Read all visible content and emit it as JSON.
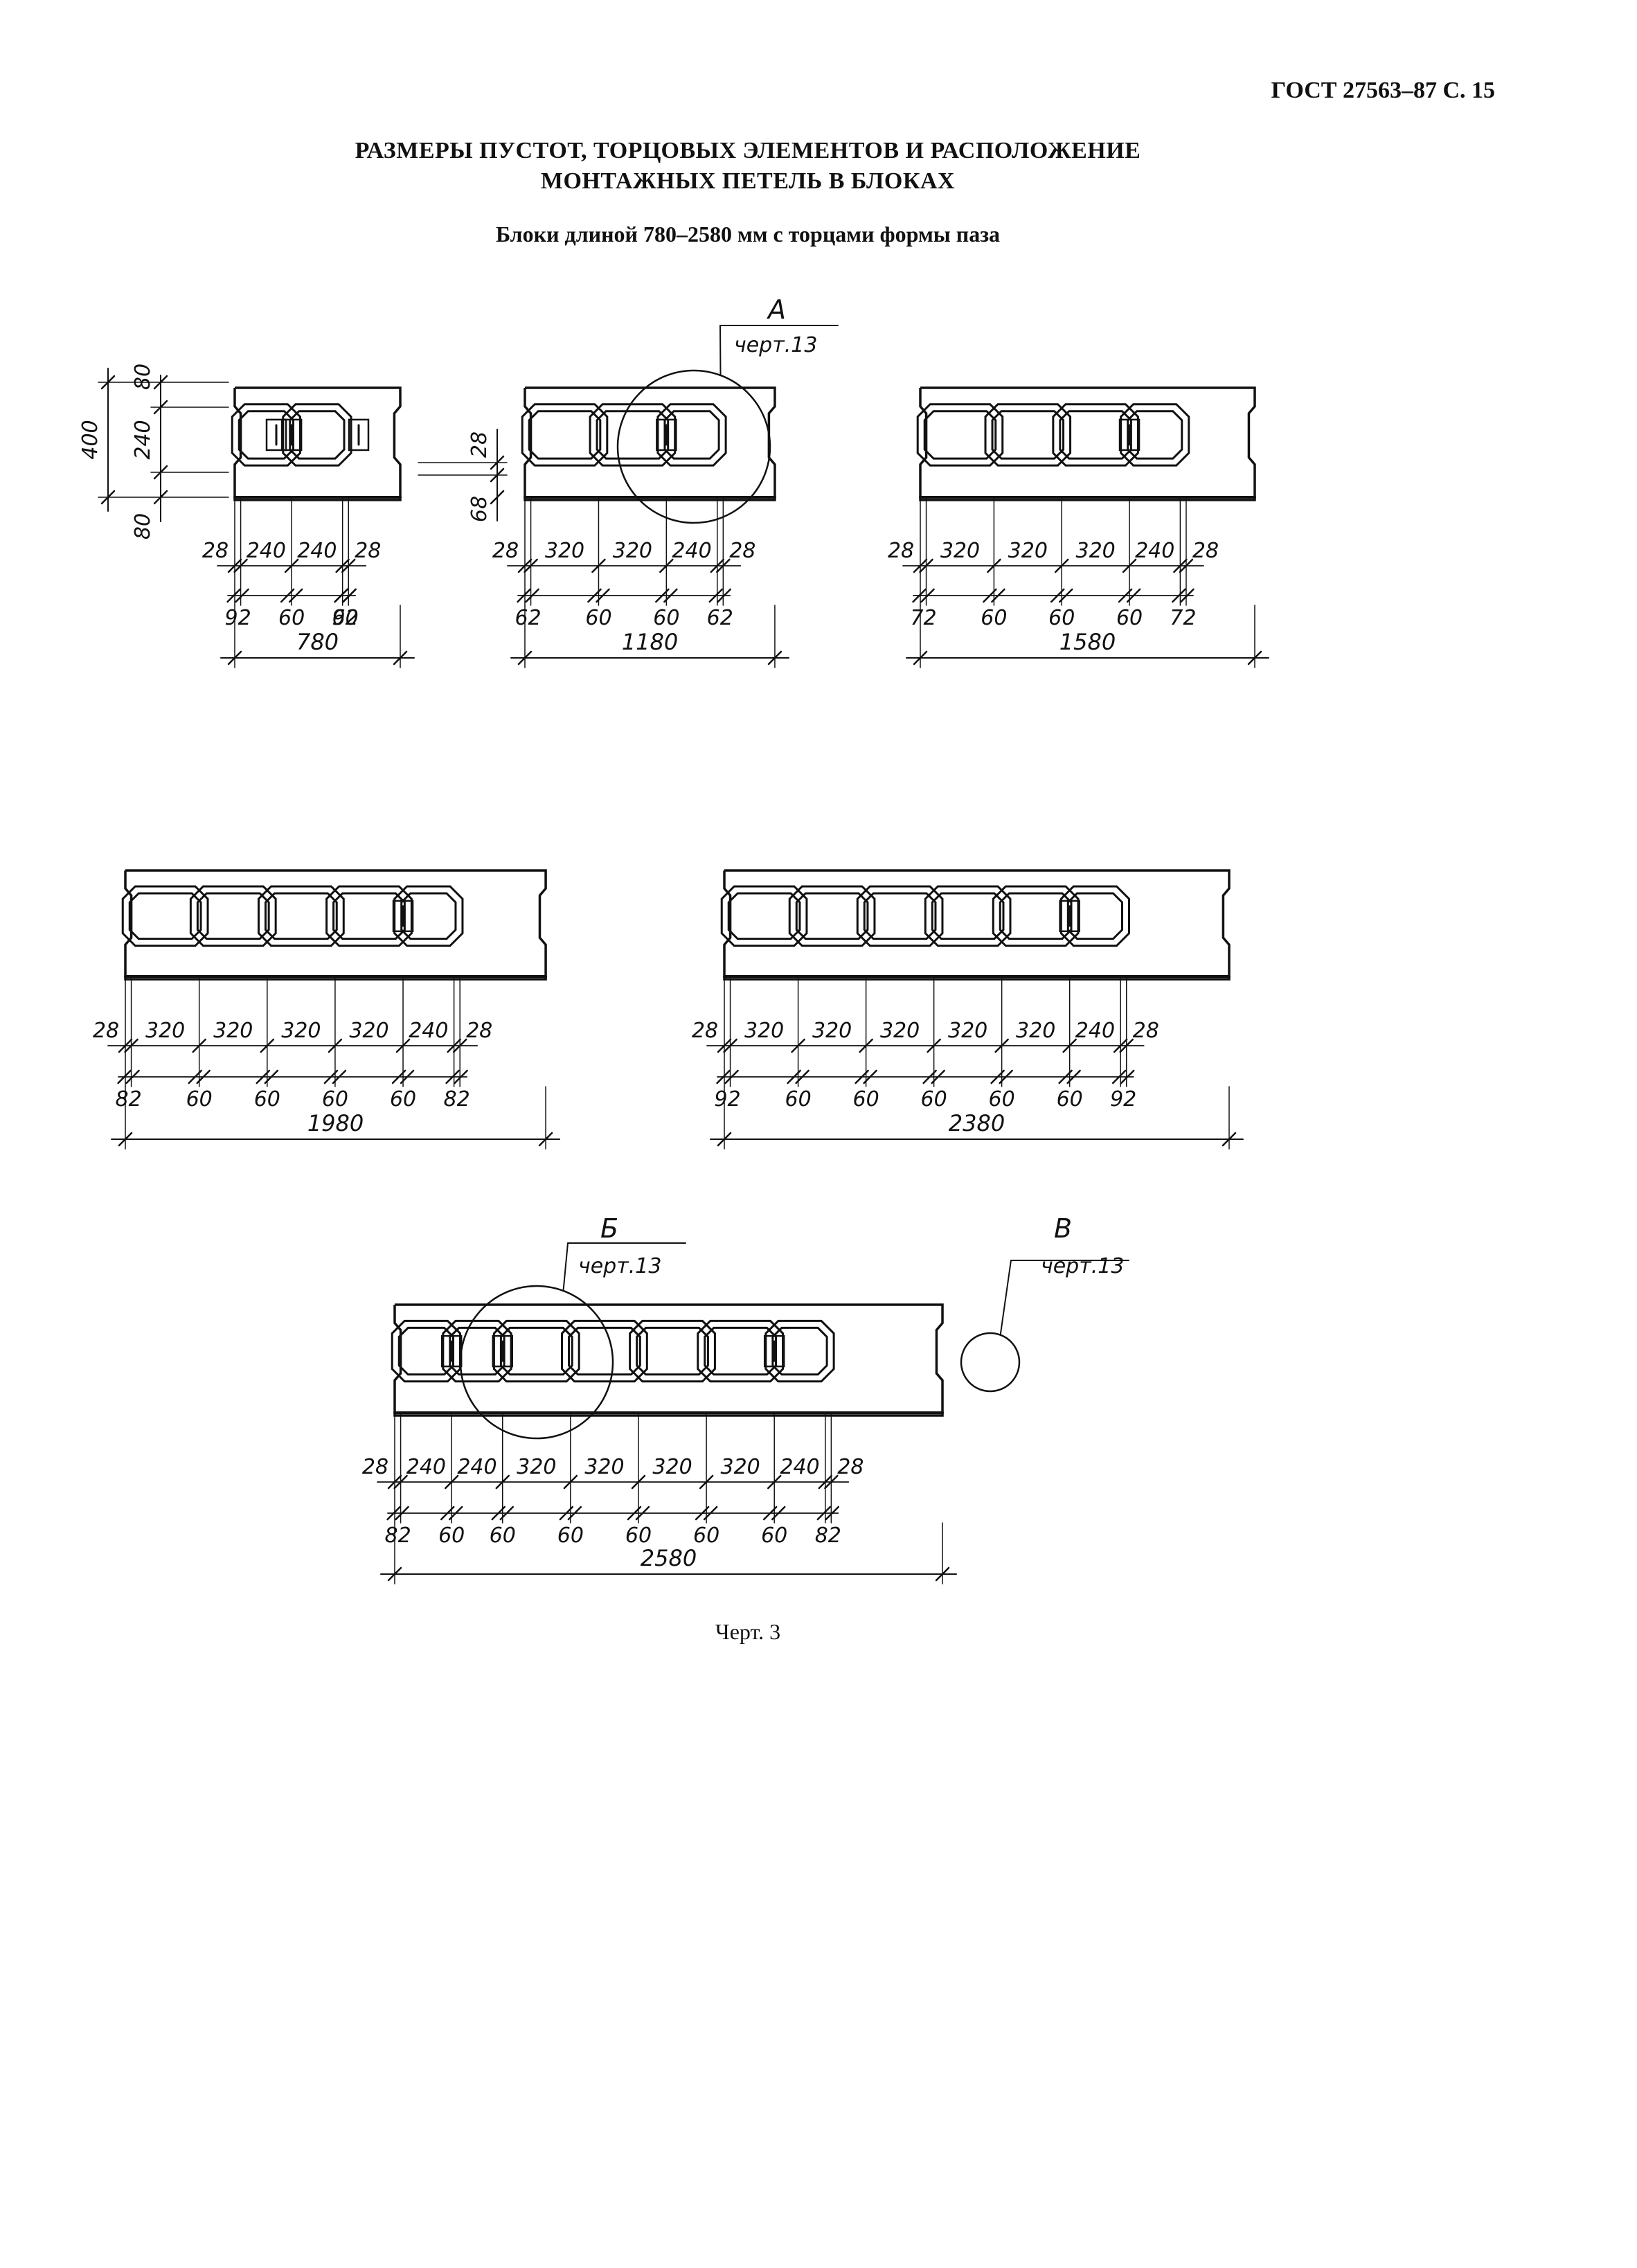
{
  "header": {
    "ref": "ГОСТ 27563–87 С. 15"
  },
  "title": {
    "line1": "РАЗМЕРЫ ПУСТОТ, ТОРЦОВЫХ ЭЛЕМЕНТОВ И РАСПОЛОЖЕНИЕ",
    "line2": "МОНТАЖНЫХ ПЕТЕЛЬ В БЛОКАХ"
  },
  "subtitle": "Блоки длиной 780–2580 мм с торцами формы паза",
  "caption": "Черт. 3",
  "callouts": [
    {
      "letter": "А",
      "ref": "черт.13"
    },
    {
      "letter": "Б",
      "ref": "черт.13"
    },
    {
      "letter": "В",
      "ref": "черт.13"
    }
  ],
  "vertical_dims": [
    "80",
    "240",
    "80",
    "400",
    "28",
    "68"
  ],
  "blocks": [
    {
      "id": "780",
      "top": [
        "28",
        "240",
        "240",
        "28"
      ],
      "bottom": [
        "92",
        "60",
        "60",
        "92"
      ],
      "total": "780"
    },
    {
      "id": "1180",
      "top": [
        "28",
        "320",
        "320",
        "240",
        "28"
      ],
      "bottom": [
        "62",
        "60",
        "60",
        "62"
      ],
      "total": "1180"
    },
    {
      "id": "1580",
      "top": [
        "28",
        "320",
        "320",
        "320",
        "240",
        "28"
      ],
      "bottom": [
        "72",
        "60",
        "60",
        "60",
        "72"
      ],
      "total": "1580"
    },
    {
      "id": "1980",
      "top": [
        "28",
        "320",
        "320",
        "320",
        "320",
        "240",
        "28"
      ],
      "bottom": [
        "82",
        "60",
        "60",
        "60",
        "60",
        "82"
      ],
      "total": "1980"
    },
    {
      "id": "2380",
      "top": [
        "28",
        "320",
        "320",
        "320",
        "320",
        "320",
        "240",
        "28"
      ],
      "bottom": [
        "92",
        "60",
        "60",
        "60",
        "60",
        "60",
        "92"
      ],
      "total": "2380"
    },
    {
      "id": "2580",
      "top": [
        "28",
        "240",
        "240",
        "320",
        "320",
        "320",
        "320",
        "240",
        "28"
      ],
      "bottom": [
        "82",
        "60",
        "60",
        "60",
        "60",
        "60",
        "60",
        "82"
      ],
      "total": "2580"
    }
  ]
}
